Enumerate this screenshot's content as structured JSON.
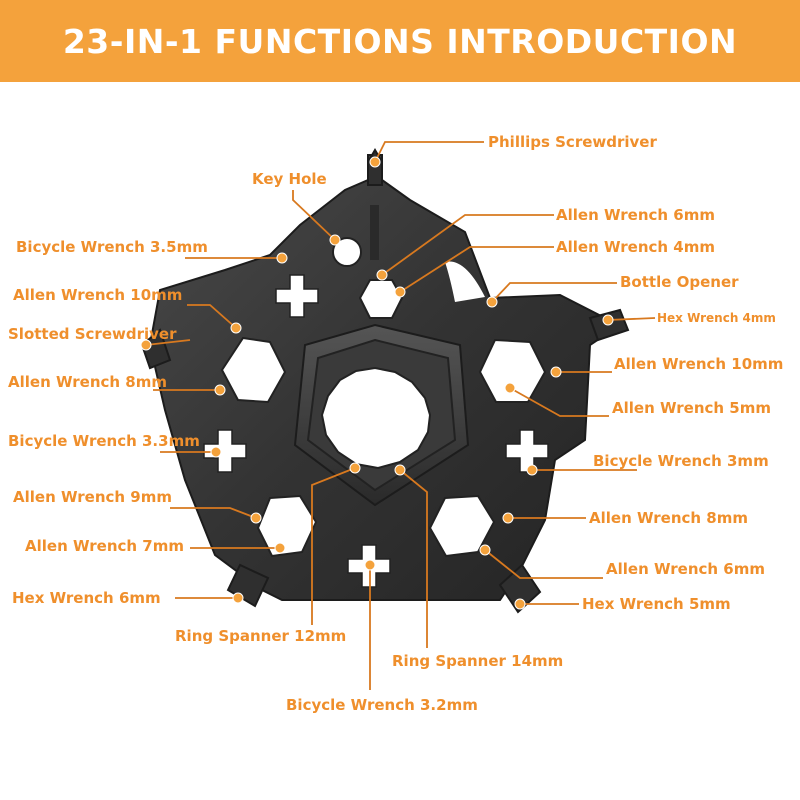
{
  "header": {
    "title": "23-IN-1 FUNCTIONS INTRODUCTION"
  },
  "colors": {
    "banner": "#f4a23c",
    "label": "#ef8f2c",
    "leader": "#d8791f",
    "tool": "#3c3c3c"
  },
  "labels": {
    "phillips_screwdriver": "Phillips Screwdriver",
    "key_hole": "Key Hole",
    "allen_6mm_top": "Allen Wrench 6mm",
    "allen_4mm": "Allen Wrench 4mm",
    "bicycle_3_5mm": "Bicycle Wrench 3.5mm",
    "bottle_opener": "Bottle Opener",
    "allen_10mm_left": "Allen Wrench 10mm",
    "hex_4mm": "Hex Wrench 4mm",
    "slotted_screwdriver": "Slotted Screwdriver",
    "allen_10mm_right": "Allen Wrench 10mm",
    "allen_8mm_left": "Allen Wrench 8mm",
    "allen_5mm": "Allen Wrench 5mm",
    "bicycle_3_3mm": "Bicycle Wrench 3.3mm",
    "bicycle_3mm": "Bicycle Wrench 3mm",
    "allen_9mm": "Allen Wrench 9mm",
    "allen_8mm_right": "Allen Wrench 8mm",
    "allen_7mm": "Allen Wrench 7mm",
    "allen_6mm_right": "Allen Wrench 6mm",
    "hex_6mm": "Hex Wrench 6mm",
    "hex_5mm": "Hex Wrench 5mm",
    "ring_spanner_12mm": "Ring Spanner 12mm",
    "ring_spanner_14mm": "Ring Spanner 14mm",
    "bicycle_3_2mm": "Bicycle Wrench 3.2mm"
  }
}
